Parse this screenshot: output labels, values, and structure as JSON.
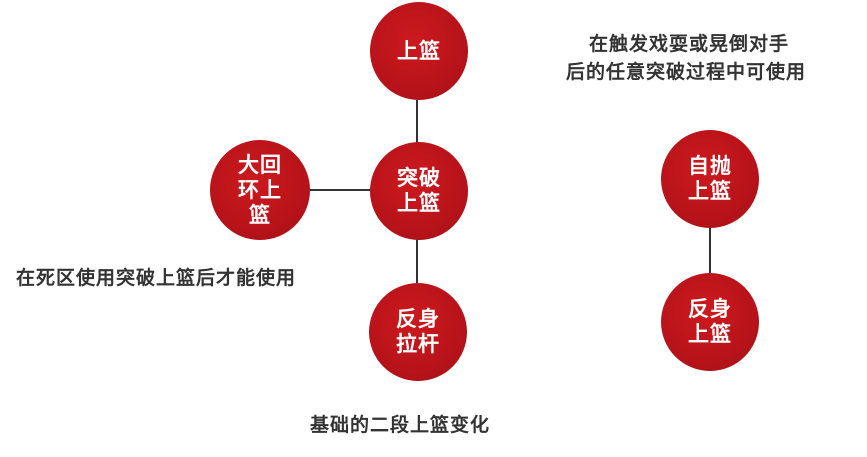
{
  "colors": {
    "node_fill": "#b8131a",
    "node_text": "#ffffff",
    "line": "#333333",
    "caption_text": "#333333"
  },
  "nodes": {
    "center": "突破上篮",
    "top": "上篮",
    "left": "大回环上篮",
    "bottom": "反身拉杆",
    "right_top": "自抛上篮",
    "right_bottom": "反身上篮"
  },
  "captions": {
    "right_line1": "在触发戏耍或晃倒对手",
    "right_line2": "后的任意突破过程中可使用",
    "left": "在死区使用突破上篮后才能使用",
    "bottom": "基础的二段上篮变化"
  }
}
